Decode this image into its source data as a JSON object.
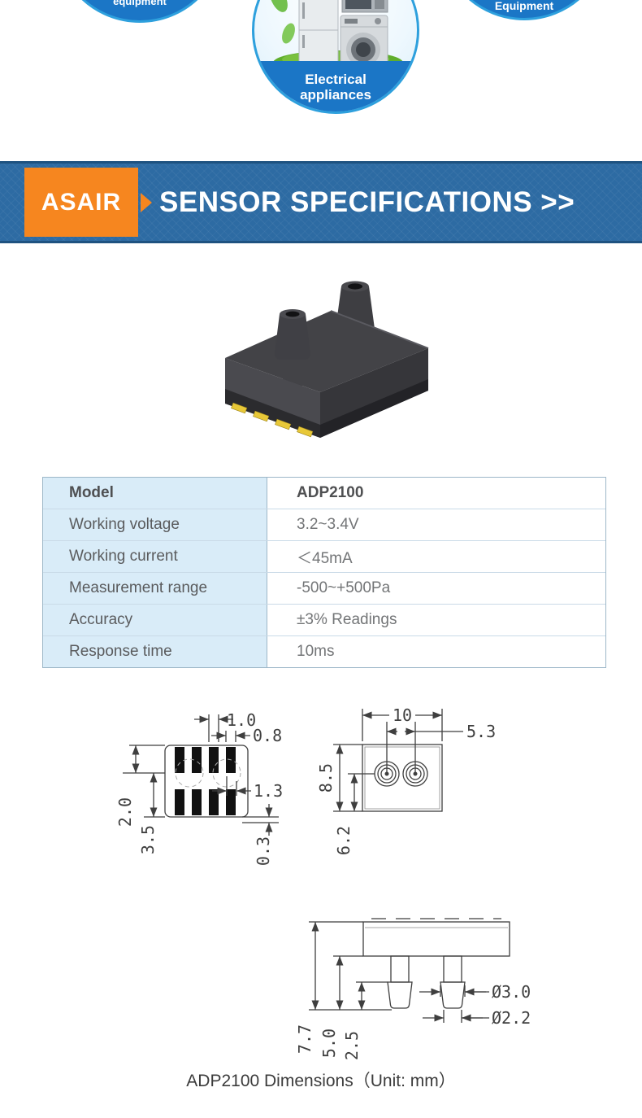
{
  "apps": {
    "left": {
      "label": "equipment"
    },
    "middle": {
      "line1": "Electrical",
      "line2": "appliances"
    },
    "right": {
      "label": "Equipment"
    }
  },
  "banner": {
    "brand": "ASAIR",
    "title": "SENSOR SPECIFICATIONS >>"
  },
  "spec_table": {
    "rows": [
      {
        "label": "Model",
        "value": "ADP2100"
      },
      {
        "label": "Working voltage",
        "value": "3.2~3.4V"
      },
      {
        "label": "Working current",
        "value": "＜45mA"
      },
      {
        "label": "Measurement range",
        "value": "-500~+500Pa"
      },
      {
        "label": "Accuracy",
        "value": "±3% Readings"
      },
      {
        "label": "Response time",
        "value": "10ms"
      }
    ]
  },
  "dimensions": {
    "footprint": {
      "pad_pitch": "1.0",
      "pad_width": "0.8",
      "port_offset": "1.3",
      "top_to_port": "2.0",
      "port_to_edge": "3.5",
      "pad_overhang": "0.3"
    },
    "top_view": {
      "body_width": "10",
      "port_spacing": "5.3",
      "body_height": "8.5",
      "port_height": "6.2"
    },
    "side_view": {
      "total_height": "7.7",
      "port_length": "5.0",
      "barb_length": "2.5",
      "barb_diameter": "Ø3.0",
      "tip_diameter": "Ø2.2"
    }
  },
  "caption": "ADP2100 Dimensions（Unit: mm）",
  "colors": {
    "accent_orange": "#F6861F",
    "banner_blue": "#2D6BA3",
    "circle_blue": "#1B76C6",
    "circle_ring": "#2EA0DD",
    "table_label_bg": "#D9ECF8"
  }
}
